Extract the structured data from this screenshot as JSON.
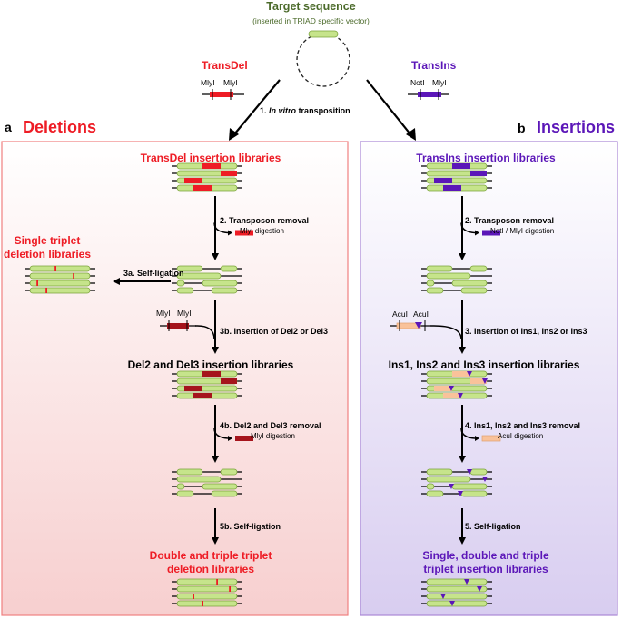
{
  "top": {
    "title": "Target sequence",
    "subtitle": "(inserted in TRIAD specific vector)",
    "step1_num": "1.",
    "step1_italic": "In vitro",
    "step1_rest": "transposition"
  },
  "transdel": {
    "name": "TransDel",
    "site_left": "MlyI",
    "site_right": "MlyI"
  },
  "transins": {
    "name": "TransIns",
    "site_left": "NotI",
    "site_right": "MlyI"
  },
  "panel_a": {
    "letter": "a",
    "heading": "Deletions",
    "lib_title": "TransDel insertion libraries",
    "step2": "2. Transposon removal",
    "step2_sub": "MlyI digestion",
    "single_title_1": "Single triplet",
    "single_title_2": "deletion libraries",
    "step3a": "3a. Self-ligation",
    "cassette_left": "MlyI",
    "cassette_right": "MlyI",
    "step3b": "3b. Insertion of Del2 or Del3",
    "lib2_title": "Del2 and Del3 insertion libraries",
    "step4b": "4b. Del2 and Del3 removal",
    "step4b_sub": "MlyI digestion",
    "step5b": "5b. Self-ligation",
    "final_1": "Double and triple triplet",
    "final_2": "deletion libraries"
  },
  "panel_b": {
    "letter": "b",
    "heading": "Insertions",
    "lib_title": "TransIns insertion libraries",
    "step2": "2. Transposon removal",
    "step2_sub": "NotI / MlyI digestion",
    "cassette_left": "AcuI",
    "cassette_right": "AcuI",
    "step3": "3. Insertion of Ins1, Ins2 or Ins3",
    "lib2_title": "Ins1, Ins2 and Ins3 insertion libraries",
    "step4": "4. Ins1, Ins2 and Ins3 removal",
    "step4_sub": "AcuI digestion",
    "step5": "5. Self-ligation",
    "final_1": "Single, double and triple",
    "final_2": "triplet insertion libraries"
  },
  "colors": {
    "green_fill": "#c6e48b",
    "green_stroke": "#7aa33a",
    "red": "#ee1c25",
    "dark_red": "#a5141c",
    "purple": "#5b16b8",
    "salmon": "#f9c29a",
    "olive": "#4b6a2a",
    "panel_a_border": "#f08080",
    "panel_b_border": "#a987d6"
  }
}
